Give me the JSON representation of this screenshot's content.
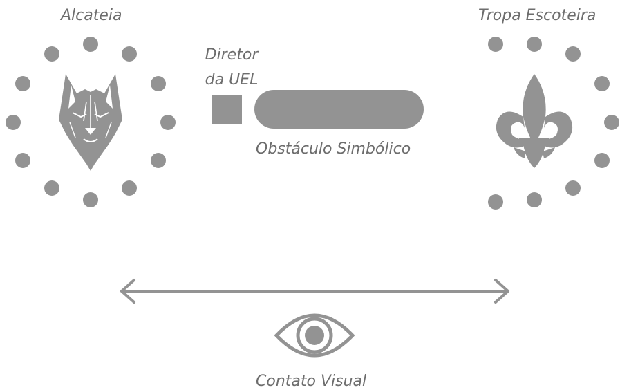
{
  "labels": {
    "alcateia": "Alcateia",
    "tropa": "Tropa Escoteira",
    "diretor_line1": "Diretor",
    "diretor_line2": "da UEL",
    "obstaculo": "Obstáculo Simbólico",
    "contato": "Contato Visual"
  },
  "icons": {
    "wolf": "wolf-head-icon",
    "fleur": "fleur-de-lis-icon",
    "eye": "eye-icon",
    "arrow": "double-headed-arrow"
  },
  "colors": {
    "shape": "#939393",
    "text": "#6d6d6d"
  }
}
